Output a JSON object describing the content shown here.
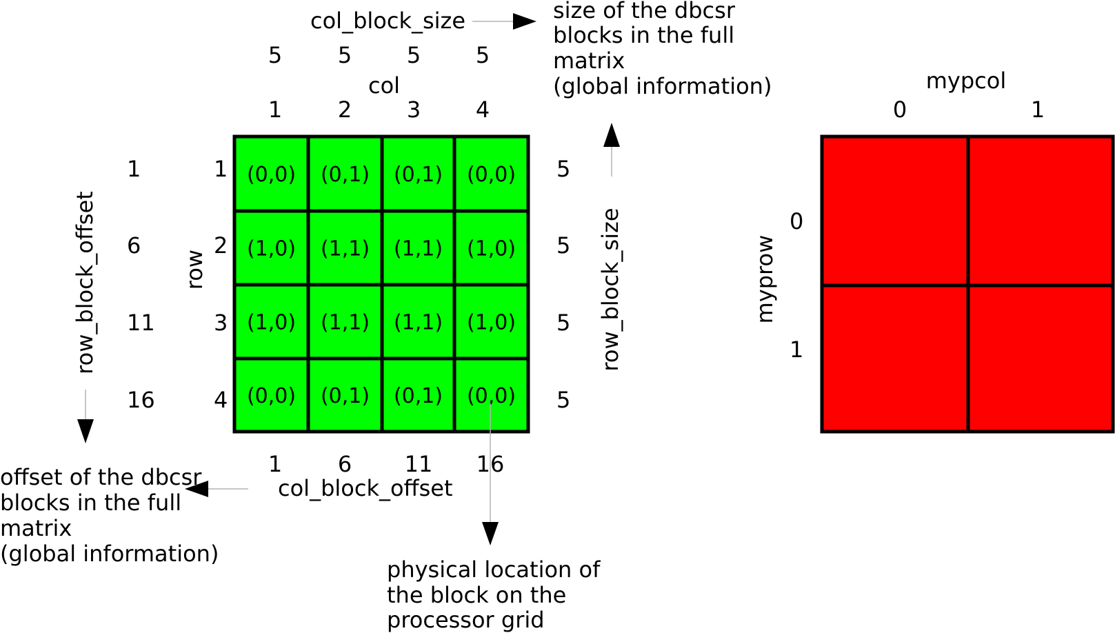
{
  "matrix": {
    "col_block_size": {
      "label": "col_block_size",
      "values": [
        "5",
        "5",
        "5",
        "5"
      ],
      "note": [
        "size of the dbcsr",
        "blocks in the full",
        "matrix",
        "(global information)"
      ]
    },
    "col": {
      "label": "col",
      "indices": [
        "1",
        "2",
        "3",
        "4"
      ]
    },
    "row": {
      "label": "row",
      "indices": [
        "1",
        "2",
        "3",
        "4"
      ]
    },
    "row_block_offset": {
      "label": "row_block_offset",
      "values": [
        "1",
        "6",
        "11",
        "16"
      ]
    },
    "row_block_size": {
      "label": "row_block_size",
      "values": [
        "5",
        "5",
        "5",
        "5"
      ]
    },
    "col_block_offset": {
      "label": "col_block_offset",
      "values": [
        "1",
        "6",
        "11",
        "16"
      ],
      "note": [
        "offset of the dbcsr",
        "blocks in the full",
        "matrix",
        "(global information)"
      ]
    },
    "cells": [
      [
        "(0,0)",
        "(0,1)",
        "(0,1)",
        "(0,0)"
      ],
      [
        "(1,0)",
        "(1,1)",
        "(1,1)",
        "(1,0)"
      ],
      [
        "(1,0)",
        "(1,1)",
        "(1,1)",
        "(1,0)"
      ],
      [
        "(0,0)",
        "(0,1)",
        "(0,1)",
        "(0,0)"
      ]
    ],
    "cell_note": [
      "physical location of",
      "the block on the",
      "processor grid"
    ],
    "color": "#00ff00"
  },
  "grid": {
    "mypcol": {
      "label": "mypcol",
      "values": [
        "0",
        "1"
      ]
    },
    "myprow": {
      "label": "myprow",
      "values": [
        "0",
        "1"
      ]
    },
    "color": "#ff0000"
  }
}
